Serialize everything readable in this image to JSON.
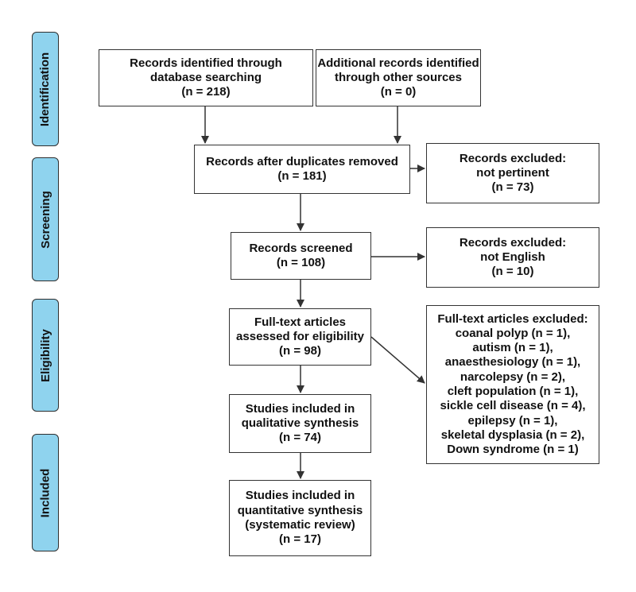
{
  "phases": {
    "identification": "Identification",
    "screening": "Screening",
    "eligibility": "Eligibility",
    "included": "Included"
  },
  "boxes": {
    "db_search": [
      "Records identified through",
      "database searching",
      "(n = 218)"
    ],
    "other_sources": [
      "Additional records identified",
      "through other sources",
      "(n = 0)"
    ],
    "after_duplicates": [
      "Records after duplicates removed",
      "(n = 181)"
    ],
    "excluded_not_pertinent": [
      "Records excluded:",
      "not pertinent",
      "(n = 73)"
    ],
    "screened": [
      "Records screened",
      "(n = 108)"
    ],
    "excluded_not_english": [
      "Records excluded:",
      "not English",
      "(n = 10)"
    ],
    "fulltext_assessed": [
      "Full-text articles",
      "assessed for eligibility",
      "(n = 98)"
    ],
    "fulltext_excluded": [
      "Full-text articles excluded:",
      "coanal polyp (n = 1),",
      "autism (n = 1),",
      "anaesthesiology (n = 1),",
      "narcolepsy (n = 2),",
      "cleft population (n = 1),",
      "sickle cell disease (n = 4),",
      "epilepsy (n = 1),",
      "skeletal dysplasia (n = 2),",
      "Down syndrome (n = 1)"
    ],
    "qualitative": [
      "Studies included in",
      "qualitative synthesis",
      "(n = 74)"
    ],
    "quantitative": [
      "Studies included in",
      "quantitative synthesis",
      "(systematic review)",
      "(n = 17)"
    ]
  }
}
